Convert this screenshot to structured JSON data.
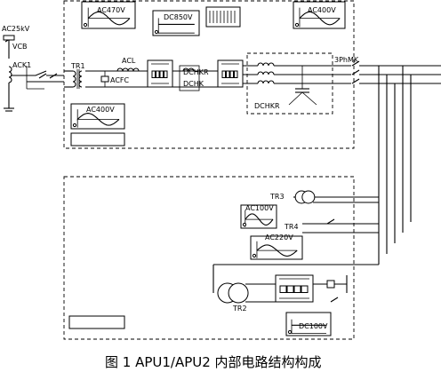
{
  "labels": {
    "source_voltage": "AC25kV",
    "vcb": "VCB",
    "ack1": "ACK1",
    "tr1": "TR1",
    "acl": "ACL",
    "acfc": "ACFC",
    "dchkr_a": "DCHKR",
    "dchk": "DCHK",
    "dchkr_b": "DCHKR",
    "threephase_contactor": "3PhMK",
    "tr2": "TR2",
    "tr3": "TR3",
    "tr4": "TR4"
  },
  "waveform_boxes": {
    "ac470": "AC470V",
    "dc850": "DC850V",
    "ac400_top": "AC400V",
    "ac400_left": "AC400V",
    "ac100": "AC100V",
    "ac220": "AC220V",
    "dc100": "DC100V"
  },
  "caption": "图 1  APU1/APU2 内部电路结构构成"
}
